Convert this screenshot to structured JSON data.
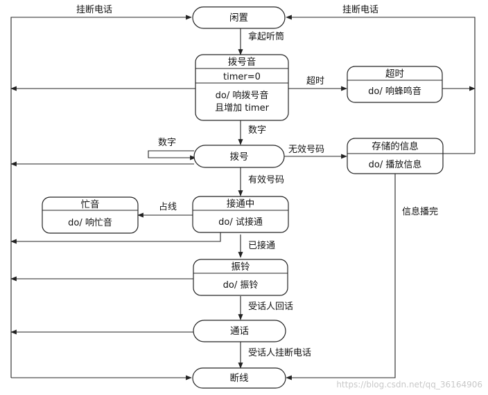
{
  "states": {
    "idle": {
      "title": "闲置"
    },
    "dial_tone": {
      "title": "拨号音",
      "entry": "timer=0",
      "action_line1": "do/ 响拨号音",
      "action_line2": "且增加 timer"
    },
    "dialing": {
      "title": "拨号"
    },
    "timeout": {
      "title": "超时",
      "action": "do/ 响蜂鸣音"
    },
    "recorded": {
      "title": "存储的信息",
      "action": "do/ 播放信息"
    },
    "busy": {
      "title": "忙音",
      "action": "do/ 响忙音"
    },
    "connecting": {
      "title": "接通中",
      "action": "do/ 试接通"
    },
    "ringing": {
      "title": "振铃",
      "action": "do/ 振铃"
    },
    "talking": {
      "title": "通话"
    },
    "disconnect": {
      "title": "断线"
    }
  },
  "transitions": {
    "hangup_left": "挂断电话",
    "hangup_right": "挂断电话",
    "pick_up": "拿起听筒",
    "timeout": "超时",
    "digit": "数字",
    "digit_loop": "数字",
    "invalid": "无效号码",
    "valid": "有效号码",
    "line_busy": "占线",
    "connected": "已接通",
    "callee_answers": "受话人回话",
    "callee_hangs_up": "受话人挂断电话",
    "message_done": "信息播完"
  },
  "watermark": "https://blog.csdn.net/qq_36164906"
}
